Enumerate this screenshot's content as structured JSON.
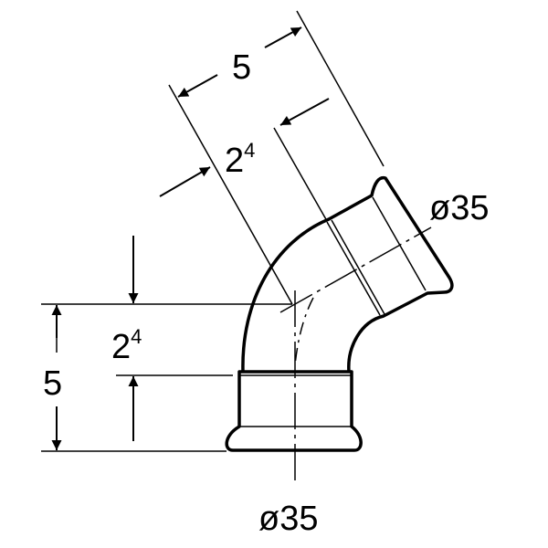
{
  "drawing": {
    "title": "45° elbow dimension drawing",
    "labels": {
      "diameter_top": "ø35",
      "diameter_bottom": "ø35",
      "overall_vertical": "5",
      "insertion_vertical_base": "2",
      "insertion_vertical_exp": "4",
      "overall_slanted": "5",
      "insertion_slanted_base": "2",
      "insertion_slanted_exp": "4"
    },
    "colors": {
      "line": "#000000",
      "background": "#ffffff"
    }
  }
}
